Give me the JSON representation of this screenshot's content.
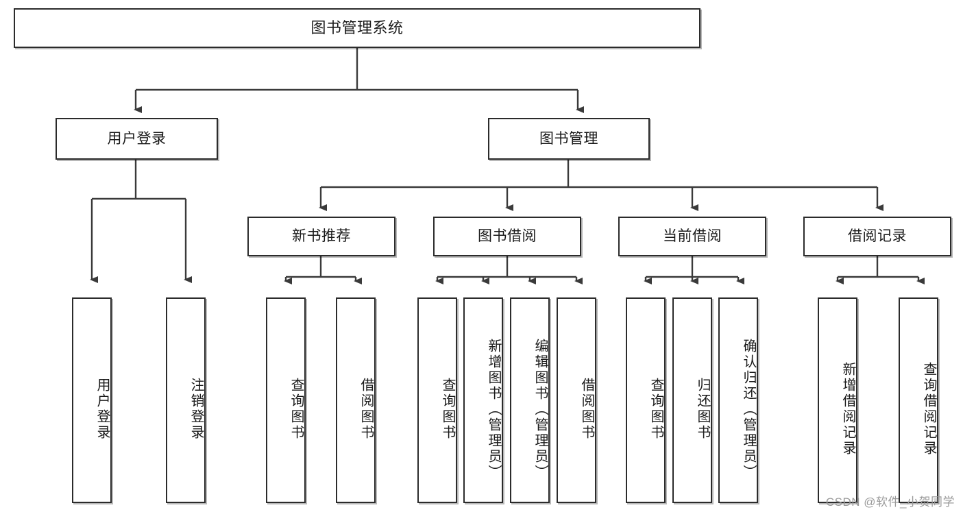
{
  "diagram": {
    "title": "图书管理系统",
    "type": "hierarchy-tree",
    "watermark": "CSDN @软件_小贺同学",
    "colors": {
      "box_border": "#2b2b2b",
      "box_fill": "#ffffff",
      "connector": "#3a3a3a",
      "text": "#1a1a1a",
      "watermark": "#9a9a9a"
    },
    "levels": {
      "root": {
        "label": "图书管理系统"
      },
      "level2": [
        {
          "id": "user-login",
          "label": "用户登录"
        },
        {
          "id": "book-management",
          "label": "图书管理"
        }
      ],
      "level3": [
        {
          "id": "new-book-recommend",
          "label": "新书推荐"
        },
        {
          "id": "book-borrow",
          "label": "图书借阅"
        },
        {
          "id": "current-borrow",
          "label": "当前借阅"
        },
        {
          "id": "borrow-record",
          "label": "借阅记录"
        }
      ],
      "leaves": {
        "user-login": [
          {
            "id": "leaf-user-login",
            "label": "用户登录"
          },
          {
            "id": "leaf-logout-login",
            "label": "注销登录"
          }
        ],
        "new-book-recommend": [
          {
            "id": "leaf-query-book-1",
            "label": "查询图书"
          },
          {
            "id": "leaf-borrow-book-1",
            "label": "借阅图书"
          }
        ],
        "book-borrow": [
          {
            "id": "leaf-query-book-2",
            "label": "查询图书"
          },
          {
            "id": "leaf-add-book",
            "label": "新增图书（管理员）"
          },
          {
            "id": "leaf-edit-book",
            "label": "编辑图书（管理员）"
          },
          {
            "id": "leaf-borrow-book-2",
            "label": "借阅图书"
          }
        ],
        "current-borrow": [
          {
            "id": "leaf-query-book-3",
            "label": "查询图书"
          },
          {
            "id": "leaf-return-book",
            "label": "归还图书"
          },
          {
            "id": "leaf-confirm-return",
            "label": "确认归还（管理员）"
          }
        ],
        "borrow-record": [
          {
            "id": "leaf-add-record",
            "label": "新增借阅记录"
          },
          {
            "id": "leaf-query-record",
            "label": "查询借阅记录"
          }
        ]
      }
    }
  }
}
